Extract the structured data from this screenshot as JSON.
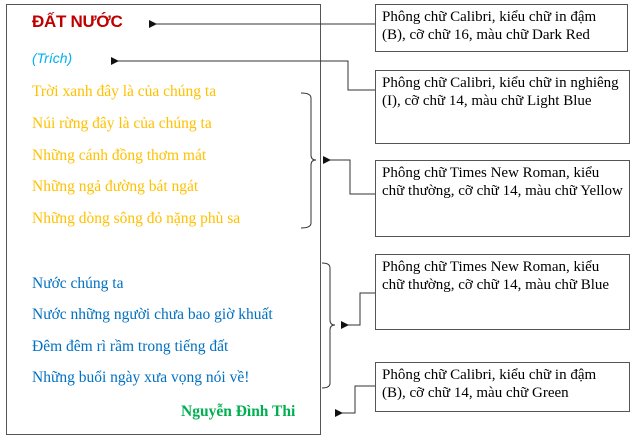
{
  "poem": {
    "title": "ĐẤT NƯỚC",
    "subtitle": "(Trích)",
    "stanza1": [
      "Trời xanh đây là của chúng ta",
      "Núi rừng đây là của chúng ta",
      "Những cánh đồng thơm mát",
      "Những ngả đường bát ngát",
      "Những dòng sông đỏ nặng phù sa"
    ],
    "stanza2": [
      "Nước chúng ta",
      "Nước những người chưa bao giờ khuất",
      "Đêm đêm rì rầm trong tiếng đất",
      "Những buổi ngày xưa vọng nói về!"
    ],
    "author": "Nguyễn Đình Thi"
  },
  "notes": [
    {
      "text": "Phông chữ Calibri, kiểu chữ in đậm (B), cỡ chữ 16, màu chữ Dark Red",
      "target": "title"
    },
    {
      "text": "Phông chữ Calibri, kiểu chữ in nghiêng (I), cỡ chữ 14, màu chữ Light Blue",
      "target": "subtitle"
    },
    {
      "text": "Phông chữ Times New Roman, kiểu chữ thường, cỡ chữ 14, màu chữ Yellow",
      "target": "stanza1"
    },
    {
      "text": "Phông chữ Times New Roman, kiểu chữ thường, cỡ chữ 14, màu chữ Blue",
      "target": "stanza2"
    },
    {
      "text": "Phông chữ Calibri, kiểu chữ in đậm (B), cỡ chữ 14, màu chữ Green",
      "target": "author"
    }
  ],
  "colors": {
    "dark_red": "#C00000",
    "light_blue": "#00B0F0",
    "yellow": "#FFC000",
    "blue": "#0070C0",
    "green": "#00B050",
    "line": "#333333"
  }
}
